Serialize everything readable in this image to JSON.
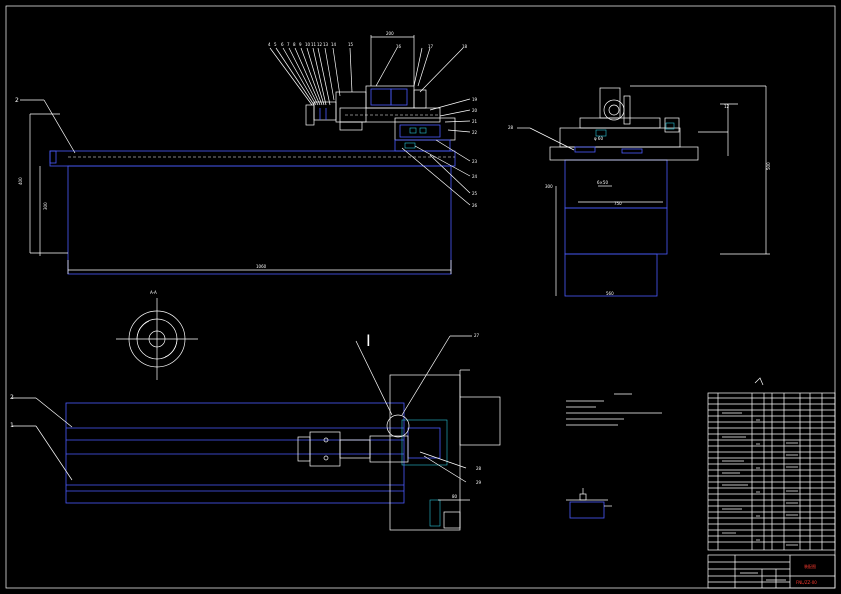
{
  "main_view": {
    "callouts_top": [
      "4",
      "5",
      "6",
      "7",
      "8",
      "9",
      "10",
      "11",
      "12",
      "13",
      "14",
      "15",
      "16",
      "17",
      "18"
    ],
    "callouts_right": [
      "19",
      "20",
      "21",
      "22",
      "23",
      "24",
      "25",
      "26"
    ],
    "part_2": "2"
  },
  "side_view": {
    "callout_28": "28",
    "callout_12": "12"
  },
  "section_view": {
    "label": "A-A"
  },
  "plan_view": {
    "part_2": "2",
    "part_1": "1",
    "detail_mark": "I",
    "callout_27": "27",
    "callout_28": "28",
    "callout_29": "29"
  },
  "title_block": {
    "red_label": "装配图",
    "drawing_no": "FNL/ZZ-00"
  },
  "colors": {
    "background": "#000000",
    "line_white": "#ffffff",
    "line_blue": "#4a5cff",
    "accent_cyan": "#27c4d8",
    "accent_red": "#ff3b30"
  }
}
